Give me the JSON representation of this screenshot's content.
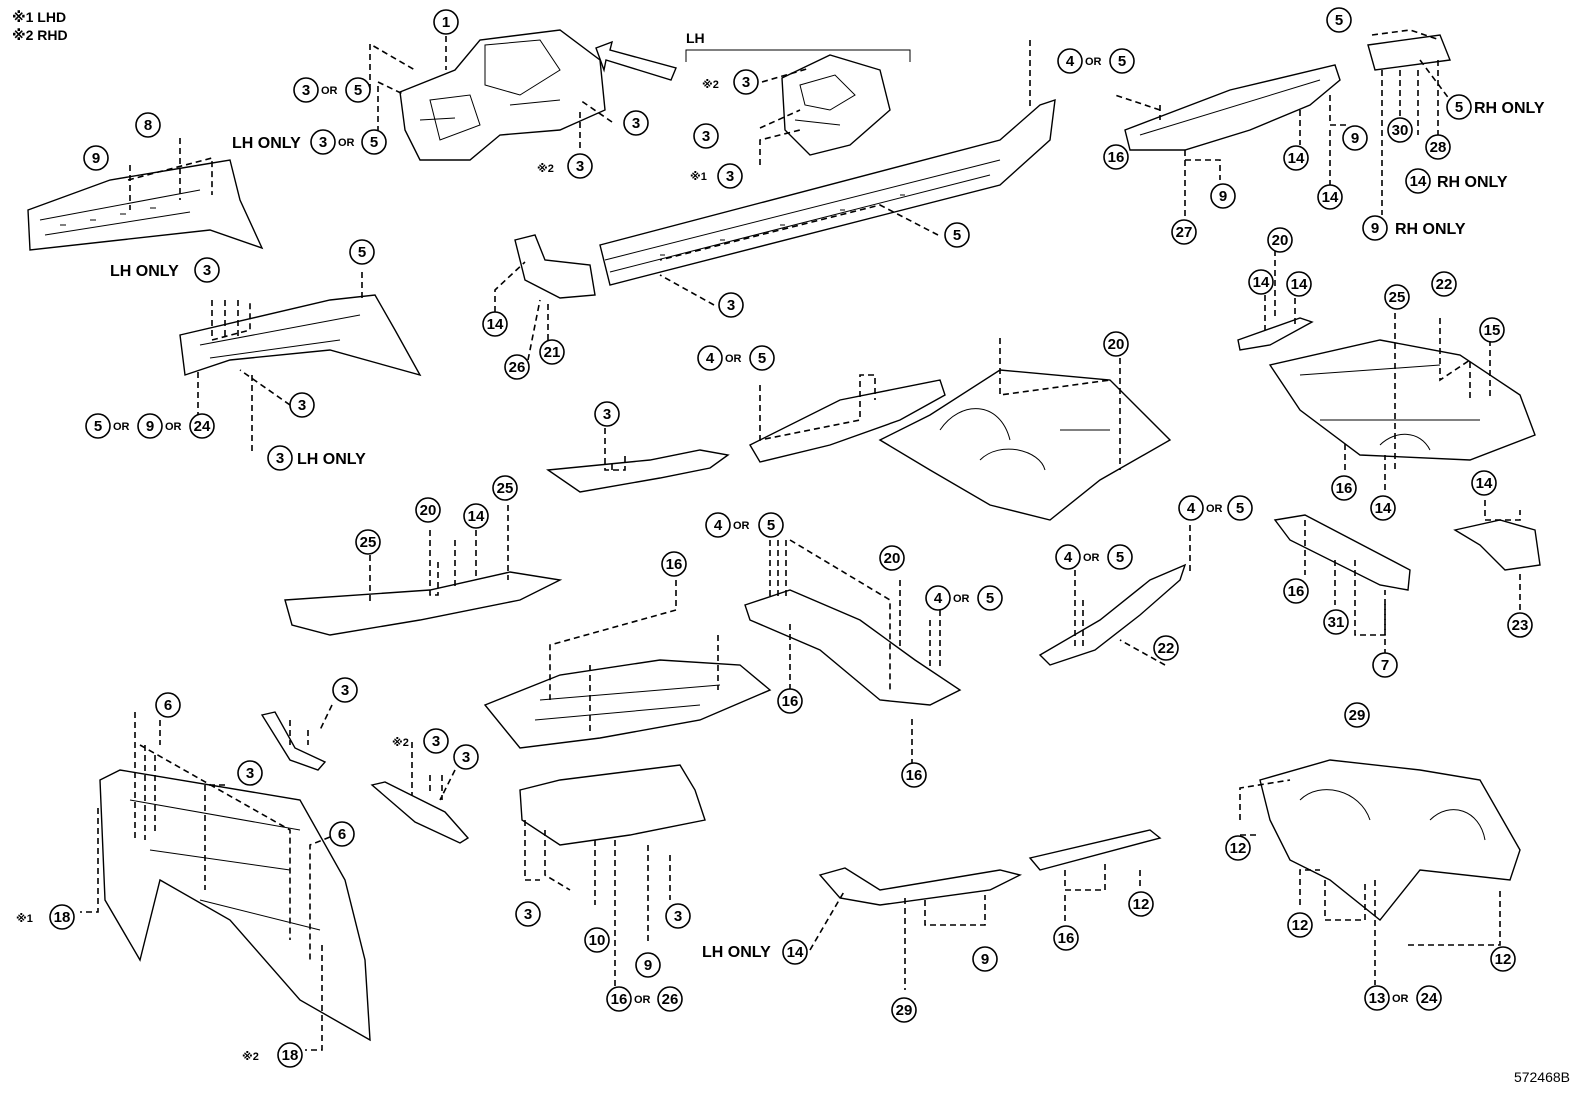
{
  "legend": {
    "lhd": "※1 LHD",
    "rhd": "※2 RHD"
  },
  "lh_tag": "LH",
  "code": "572468B",
  "words": {
    "or": "OR",
    "lh_only": "LH ONLY",
    "rh_only": "RH ONLY",
    "n1": "※1",
    "n2": "※2"
  },
  "callouts": {
    "c1": "1",
    "c3": "3",
    "c4": "4",
    "c5": "5",
    "c6": "6",
    "c7": "7",
    "c8": "8",
    "c9": "9",
    "c10": "10",
    "c12": "12",
    "c13": "13",
    "c14": "14",
    "c15": "15",
    "c16": "16",
    "c18": "18",
    "c20": "20",
    "c21": "21",
    "c22": "22",
    "c23": "23",
    "c24": "24",
    "c25": "25",
    "c26": "26",
    "c27": "27",
    "c28": "28",
    "c29": "29",
    "c30": "30",
    "c31": "31"
  }
}
